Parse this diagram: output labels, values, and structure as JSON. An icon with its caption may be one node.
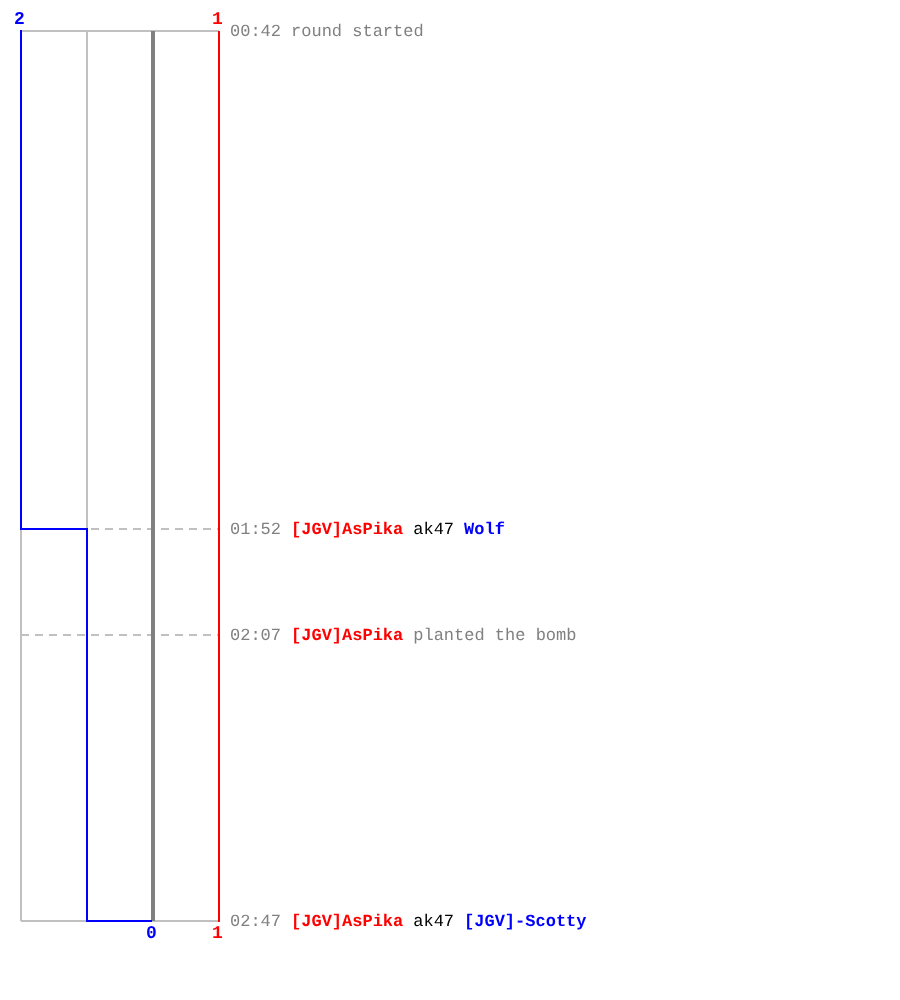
{
  "diagram": {
    "labels": [
      "2",
      "1",
      "00:42",
      "round started",
      "01:52",
      "[JGV]AsPika",
      "ak47",
      "Wolf",
      "02:07",
      "[JGV]AsPika",
      "planted the bomb",
      "0",
      "1",
      "02:47",
      "[JGV]AsPika",
      "ak47",
      "[JGV]-Scotty"
    ]
  }
}
